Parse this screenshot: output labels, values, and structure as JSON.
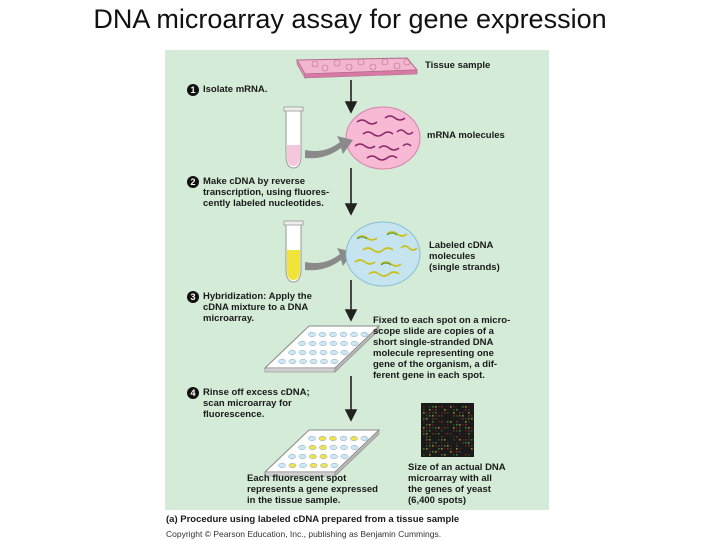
{
  "title": "DNA microarray assay for gene expression",
  "figure": {
    "tissue_label": "Tissue sample",
    "step1": {
      "number": "1",
      "text": "Isolate mRNA."
    },
    "mrna_label": "mRNA molecules",
    "step2": {
      "number": "2",
      "text": "Make cDNA by reverse\ntranscription, using fluores-\ncently labeled nucleotides."
    },
    "cdna_label": "Labeled cDNA\nmolecules\n(single strands)",
    "step3": {
      "number": "3",
      "text": "Hybridization: Apply the\ncDNA mixture to a DNA\nmicroarray."
    },
    "spot_note": "Fixed to each spot on a micro-\nscope slide are copies of a\nshort single-stranded DNA\nmolecule representing one\ngene of the organism, a dif-\nferent gene in each spot.",
    "step4": {
      "number": "4",
      "text": "Rinse off excess cDNA;\nscan microarray for\nfluorescence."
    },
    "fluorescent_note": "Each fluorescent spot\nrepresents a gene expressed\nin the tissue sample.",
    "actual_note": "Size of an actual DNA\nmicroarray with all\nthe genes of yeast\n(6,400 spots)",
    "caption": "(a) Procedure using labeled cDNA prepared from a tissue sample",
    "copyright": "Copyright © Pearson Education, Inc., publishing as Benjamin Cummings."
  },
  "colors": {
    "panel": "#d4ebd7",
    "tissue": "#f2b6cf",
    "mrna_circle": "#f7b9d4",
    "mrna_strand": "#8a2a6a",
    "cdna_circle": "#c5e4ef",
    "cdna_strand": "#c9c21a",
    "spot_yellow": "#f2e14a",
    "spot_blue": "#cfe6f3"
  }
}
